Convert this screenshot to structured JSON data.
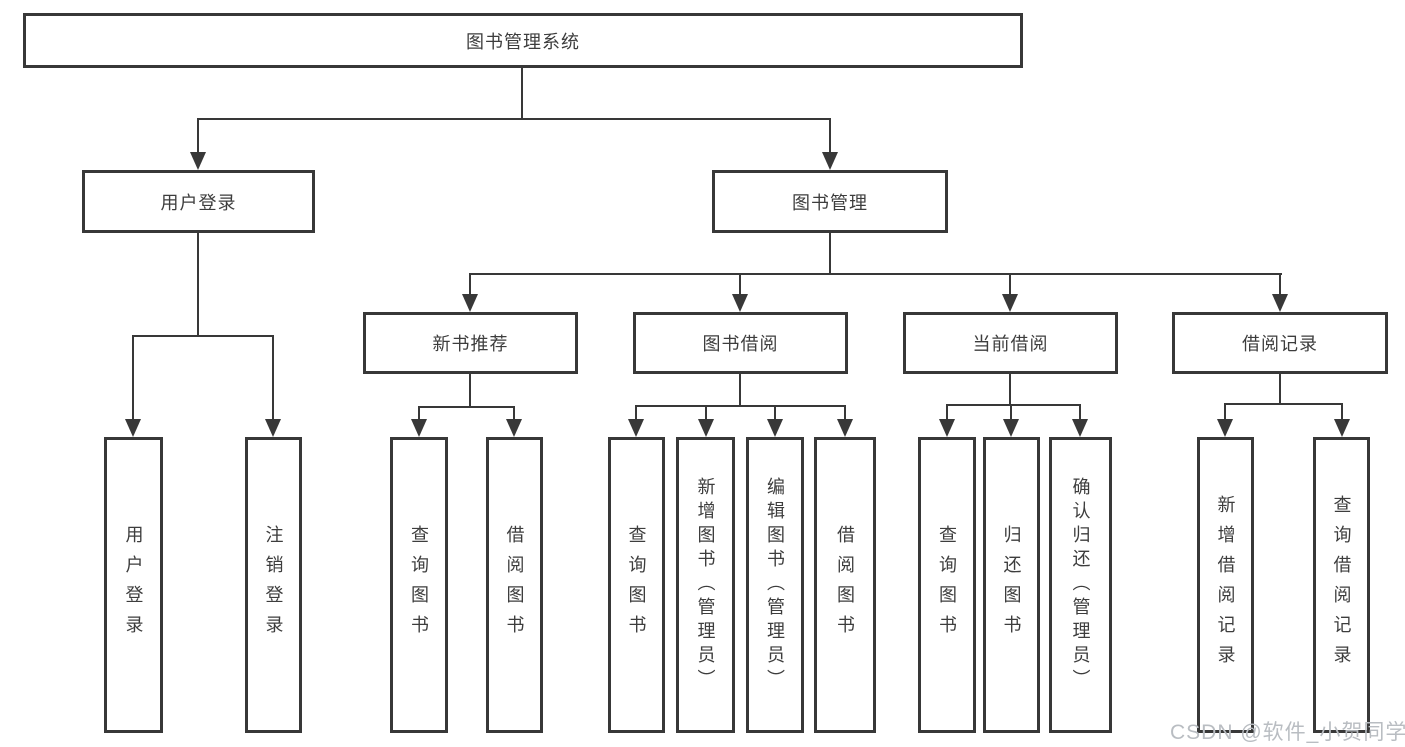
{
  "diagram_title": "图书管理系统",
  "nodes": {
    "root": {
      "label": "图书管理系统"
    },
    "user_login": {
      "label": "用户登录"
    },
    "book_mgmt": {
      "label": "图书管理"
    },
    "new_book_rec": {
      "label": "新书推荐"
    },
    "book_borrow": {
      "label": "图书借阅"
    },
    "current_borrow": {
      "label": "当前借阅"
    },
    "borrow_records": {
      "label": "借阅记录"
    },
    "leaf_user_login": {
      "label": "用户登录"
    },
    "leaf_logout": {
      "label": "注销登录"
    },
    "leaf_query_book_1": {
      "label": "查询图书"
    },
    "leaf_borrow_book_1": {
      "label": "借阅图书"
    },
    "leaf_query_book_2": {
      "label": "查询图书"
    },
    "leaf_add_book": {
      "label": "新增图书（管理员）"
    },
    "leaf_edit_book": {
      "label": "编辑图书（管理员）"
    },
    "leaf_borrow_book_2": {
      "label": "借阅图书"
    },
    "leaf_query_book_3": {
      "label": "查询图书"
    },
    "leaf_return_book": {
      "label": "归还图书"
    },
    "leaf_confirm_return": {
      "label": "确认归还（管理员）"
    },
    "leaf_add_record": {
      "label": "新增借阅记录"
    },
    "leaf_query_record": {
      "label": "查询借阅记录"
    }
  },
  "hierarchy": [
    {
      "parent": "root",
      "children": [
        "user_login",
        "book_mgmt"
      ]
    },
    {
      "parent": "user_login",
      "children": [
        "leaf_user_login",
        "leaf_logout"
      ]
    },
    {
      "parent": "book_mgmt",
      "children": [
        "new_book_rec",
        "book_borrow",
        "current_borrow",
        "borrow_records"
      ]
    },
    {
      "parent": "new_book_rec",
      "children": [
        "leaf_query_book_1",
        "leaf_borrow_book_1"
      ]
    },
    {
      "parent": "book_borrow",
      "children": [
        "leaf_query_book_2",
        "leaf_add_book",
        "leaf_edit_book",
        "leaf_borrow_book_2"
      ]
    },
    {
      "parent": "current_borrow",
      "children": [
        "leaf_query_book_3",
        "leaf_return_book",
        "leaf_confirm_return"
      ]
    },
    {
      "parent": "borrow_records",
      "children": [
        "leaf_add_record",
        "leaf_query_record"
      ]
    }
  ],
  "watermark": {
    "text": "CSDN @软件_小贺同学"
  },
  "colors": {
    "line": "#383838",
    "text": "#3d3d3d",
    "background": "#ffffff",
    "watermark": "#b9bdc2"
  }
}
